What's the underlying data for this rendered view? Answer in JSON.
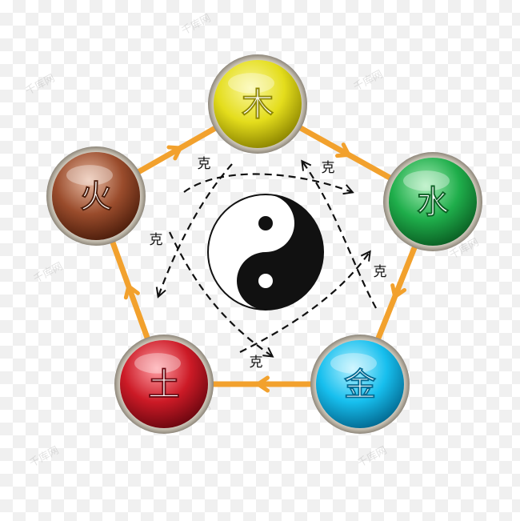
{
  "elements": [
    {
      "key": "wood",
      "label": "木",
      "fill": "#e4dd1c",
      "hi": "#fbf8a0",
      "dark": "#8d8600"
    },
    {
      "key": "water",
      "label": "水",
      "fill": "#1fae4b",
      "hi": "#a5ecb5",
      "dark": "#0b6024"
    },
    {
      "key": "metal",
      "label": "金",
      "fill": "#17bfee",
      "hi": "#b5f1ff",
      "dark": "#036a92"
    },
    {
      "key": "earth",
      "label": "土",
      "fill": "#cc1a26",
      "hi": "#ff9ea4",
      "dark": "#6c0710"
    },
    {
      "key": "fire",
      "label": "火",
      "fill": "#9a4c2c",
      "hi": "#e9bda6",
      "dark": "#4e1e0c"
    }
  ],
  "restrain_label": "克",
  "watermark": "千库网",
  "colors": {
    "generating_arrow": "#f2a12d",
    "restraining_arrow": "#111111",
    "yin": "#111111",
    "yang": "#ffffff"
  }
}
